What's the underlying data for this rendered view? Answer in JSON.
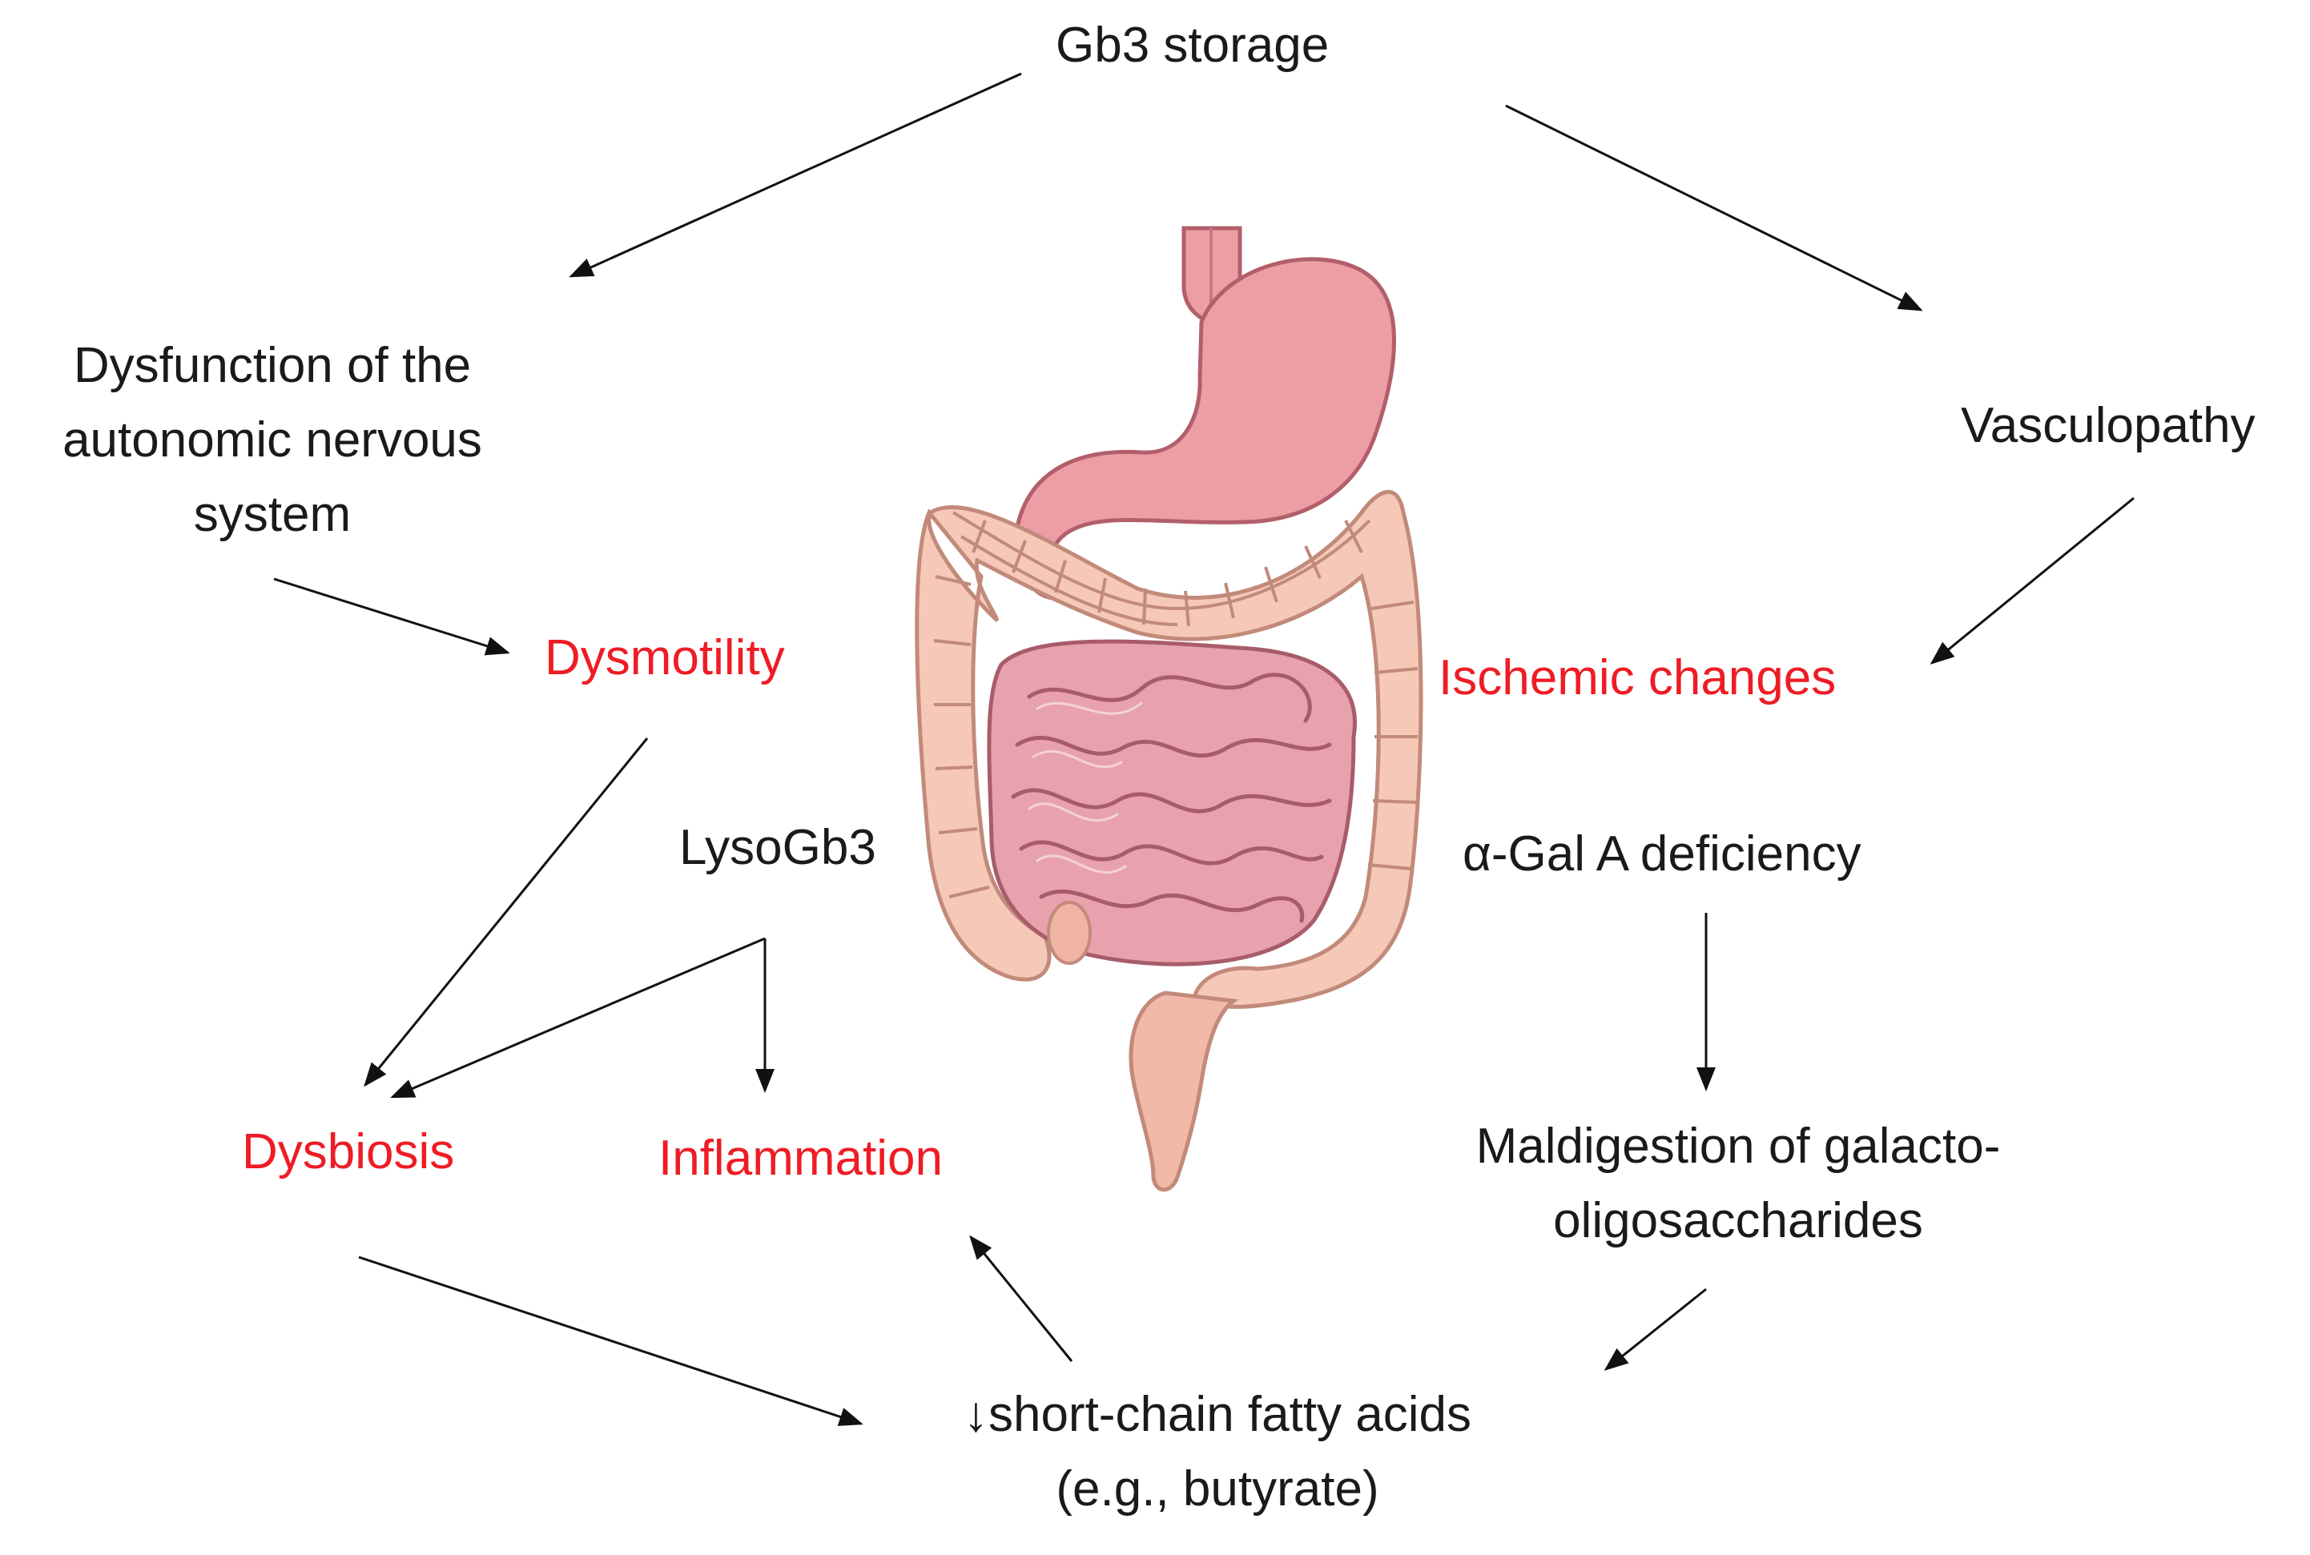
{
  "colors": {
    "text": "#1a1a1a",
    "highlight": "#ee1c24",
    "arrow": "#111111",
    "stomach": "#ec9ea4",
    "small_intestine": "#e8a2ad",
    "colon": "#f6c8b8",
    "rectum": "#f2b8a8"
  },
  "nodes": {
    "gb3_storage": "Gb3 storage",
    "ans_dysfunction": [
      "Dysfunction of the",
      "autonomic nervous",
      "system"
    ],
    "vasculopathy": "Vasculopathy",
    "dysmotility": "Dysmotility",
    "ischemic_changes": "Ischemic changes",
    "lysogb3": "LysoGb3",
    "agal_deficiency": "α-Gal A deficiency",
    "dysbiosis": "Dysbiosis",
    "inflammation": "Inflammation",
    "maldigestion": [
      "Maldigestion of galacto-",
      "oligosaccharides"
    ],
    "scfa": [
      "↓short-chain fatty acids",
      "(e.g., butyrate)"
    ]
  },
  "illustration": {
    "icon": "digestive-tract-illustration"
  }
}
